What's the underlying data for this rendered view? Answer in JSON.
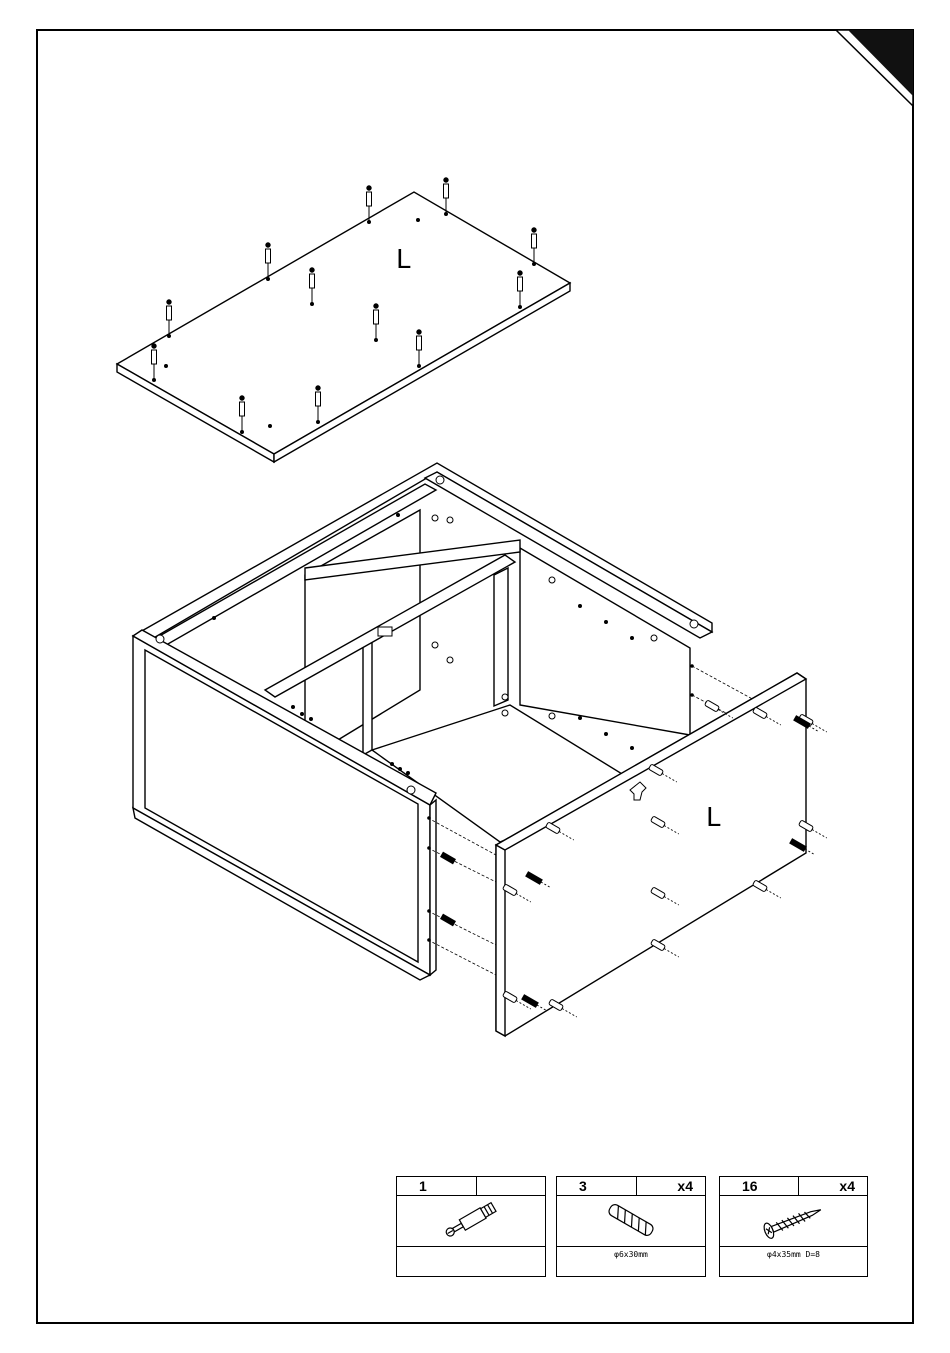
{
  "panel_labels": {
    "top_panel": "L",
    "side_panel": "L"
  },
  "parts": [
    {
      "number": "1",
      "quantity": "",
      "spec": "",
      "icon": "cam-bolt-icon"
    },
    {
      "number": "3",
      "quantity": "x4",
      "spec": "φ6x30mm",
      "icon": "wood-dowel-icon"
    },
    {
      "number": "16",
      "quantity": "x4",
      "spec": "φ4x35mm D=8",
      "icon": "screw-icon"
    }
  ]
}
